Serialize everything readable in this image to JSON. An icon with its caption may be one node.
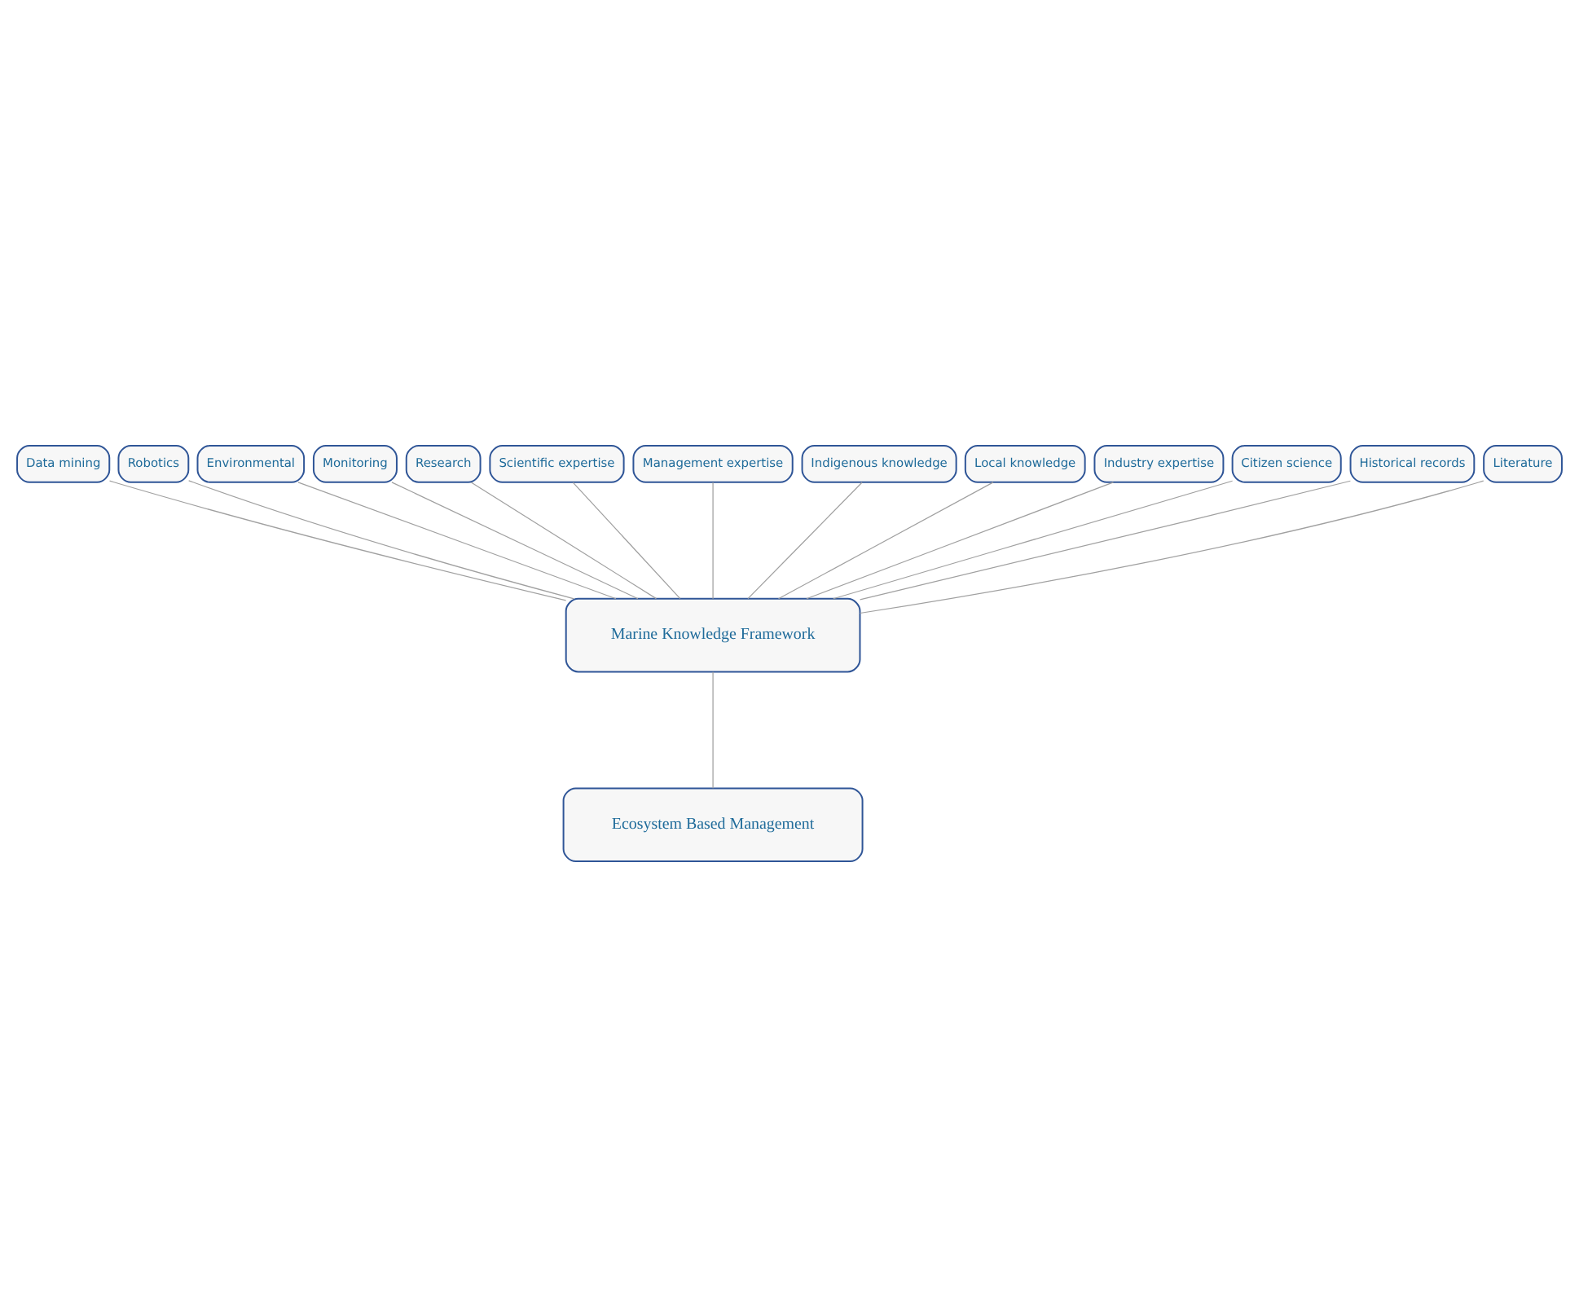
{
  "diagram": {
    "nodes": [
      {
        "text": [
          "Data mining"
        ]
      },
      {
        "text": [
          "Robotics"
        ]
      },
      {
        "text": [
          "Environmental"
        ]
      },
      {
        "text": [
          "Monitoring"
        ]
      },
      {
        "text": [
          "Research"
        ]
      },
      {
        "text": [
          "Scientific expertise"
        ]
      },
      {
        "text": [
          "Management expertise"
        ]
      },
      {
        "text": [
          "Indigenous knowledge"
        ]
      },
      {
        "text": [
          "Local knowledge"
        ]
      },
      {
        "text": [
          "Industry expertise"
        ]
      },
      {
        "text": [
          "Citizen science"
        ]
      },
      {
        "text": [
          "Historical records"
        ]
      },
      {
        "text": [
          "Literature"
        ]
      },
      {
        "text": [
          "Marine Knowledge Framework"
        ]
      },
      {
        "text": [
          "Ecosystem Based Management"
        ]
      }
    ],
    "edges": [
      {
        "from": 0,
        "to": 13,
        "arrow": "none"
      },
      {
        "from": 1,
        "to": 13,
        "arrow": "none"
      },
      {
        "from": 2,
        "to": 13,
        "arrow": "none"
      },
      {
        "from": 3,
        "to": 13,
        "arrow": "none"
      },
      {
        "from": 4,
        "to": 13,
        "arrow": "none"
      },
      {
        "from": 5,
        "to": 13,
        "arrow": "none"
      },
      {
        "from": 6,
        "to": 13,
        "arrow": "none"
      },
      {
        "from": 7,
        "to": 13,
        "arrow": "none"
      },
      {
        "from": 8,
        "to": 13,
        "arrow": "none"
      },
      {
        "from": 9,
        "to": 13,
        "arrow": "none"
      },
      {
        "from": 10,
        "to": 13,
        "arrow": "none"
      },
      {
        "from": 11,
        "to": 13,
        "arrow": "none"
      },
      {
        "from": 12,
        "to": 13,
        "arrow": "none"
      },
      {
        "from": 13,
        "to": 14,
        "arrow": "none"
      }
    ]
  }
}
